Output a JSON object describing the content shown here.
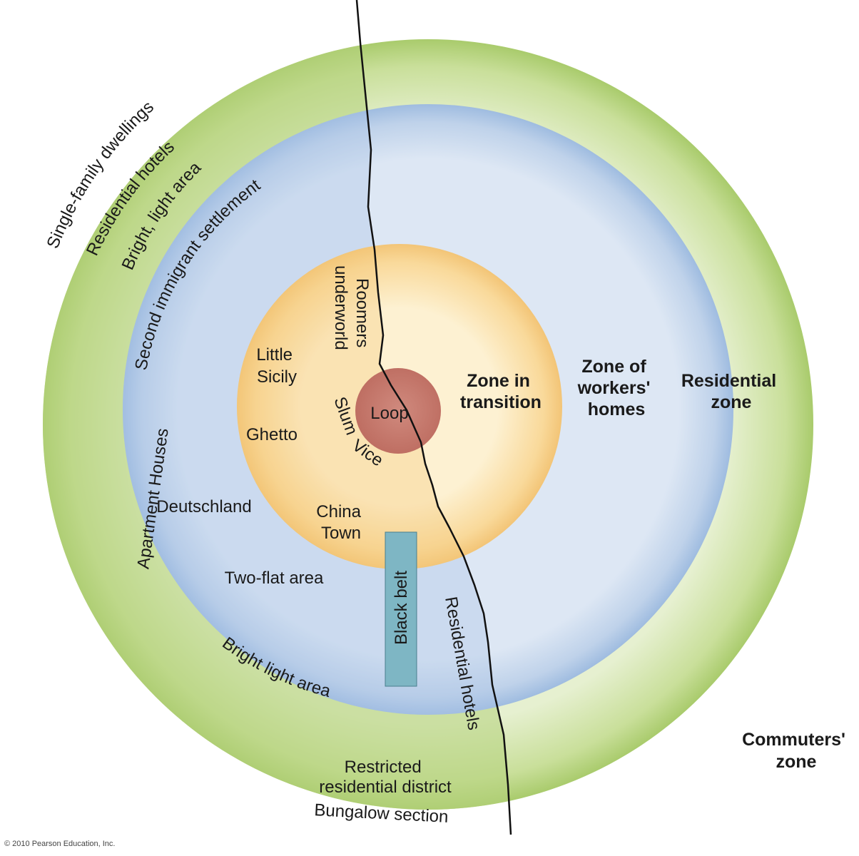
{
  "zones": {
    "loop": "Loop",
    "transition": [
      "Zone in",
      "transition"
    ],
    "workers": [
      "Zone of",
      "workers'",
      "homes"
    ],
    "residential": [
      "Residential",
      "zone"
    ],
    "commuters": [
      "Commuters'",
      "zone"
    ]
  },
  "labels": {
    "roomers": "Roomers",
    "underworld": "underworld",
    "little_sicily": [
      "Little",
      "Sicily"
    ],
    "ghetto": "Ghetto",
    "slum": "Slum",
    "vice": "Vice",
    "china_town": [
      "China",
      "Town"
    ],
    "deutschland": "Deutschland",
    "two_flat": "Two-flat area",
    "black_belt": "Black belt",
    "second_immigrant": "Second immigrant settlement",
    "single_family": "Single-family dwellings",
    "residential_hotels_left": "Residential hotels",
    "bright_light_area_1": "Bright, light area",
    "apartment_houses": "Apartment Houses",
    "bright_light_area_2": "Bright light area",
    "residential_hotels_right": "Residential hotels",
    "restricted": [
      "Restricted",
      "residential district"
    ],
    "bungalow": "Bungalow section"
  },
  "copyright": "© 2010 Pearson Education, Inc.",
  "colors": {
    "commuters_ring": "#b5d27b",
    "commuters_ring_light": "#e5efcf",
    "workers_ring": "#a9c3e4",
    "workers_ring_light": "#dce6f3",
    "transition_ring": "#f4c87c",
    "transition_ring_light": "#fdf0cf",
    "loop_fill": "#cd7d72",
    "black_belt_fill": "#7eb6c4",
    "lake_line": "#111111"
  }
}
